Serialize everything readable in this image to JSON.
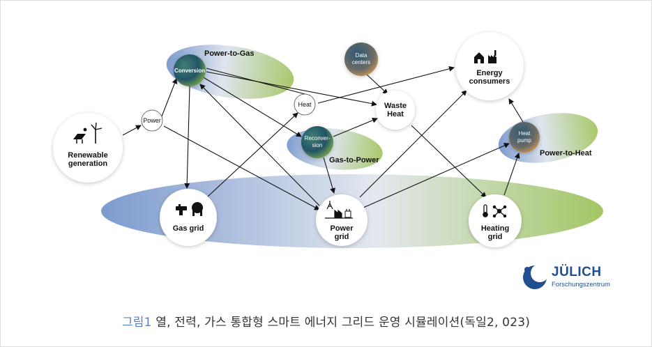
{
  "diagram": {
    "regions": {
      "power_to_gas": "Power-to-Gas",
      "gas_to_power": "Gas-to-Power",
      "power_to_heat": "Power-to-Heat"
    },
    "nodes": {
      "renewable": "Renewable generation",
      "power": "Power",
      "conversion": "Conversion",
      "heat": "Heat",
      "data_centers": "Data centers",
      "waste_heat": "Waste Heat",
      "reconversion": "Reconver-sion",
      "energy_consumers": "Energy consumers",
      "heat_pump": "Heat pump",
      "gas_grid": "Gas grid",
      "power_grid": "Power grid",
      "heating_grid": "Heating grid"
    },
    "colors": {
      "arrow": "#111111",
      "region_green": "#a9c86a",
      "region_blue": "#7f9ccf",
      "node_dark": "#1d4f5e",
      "node_orange": "#f2a14a"
    }
  },
  "logo": {
    "name": "JÜLICH",
    "subtitle": "Forschungszentrum"
  },
  "caption": {
    "lead": "그림1",
    "text": " 열, 전력, 가스 통합형 스마트 에너지 그리드 운영 시뮬레이션(독일2, 023)"
  }
}
